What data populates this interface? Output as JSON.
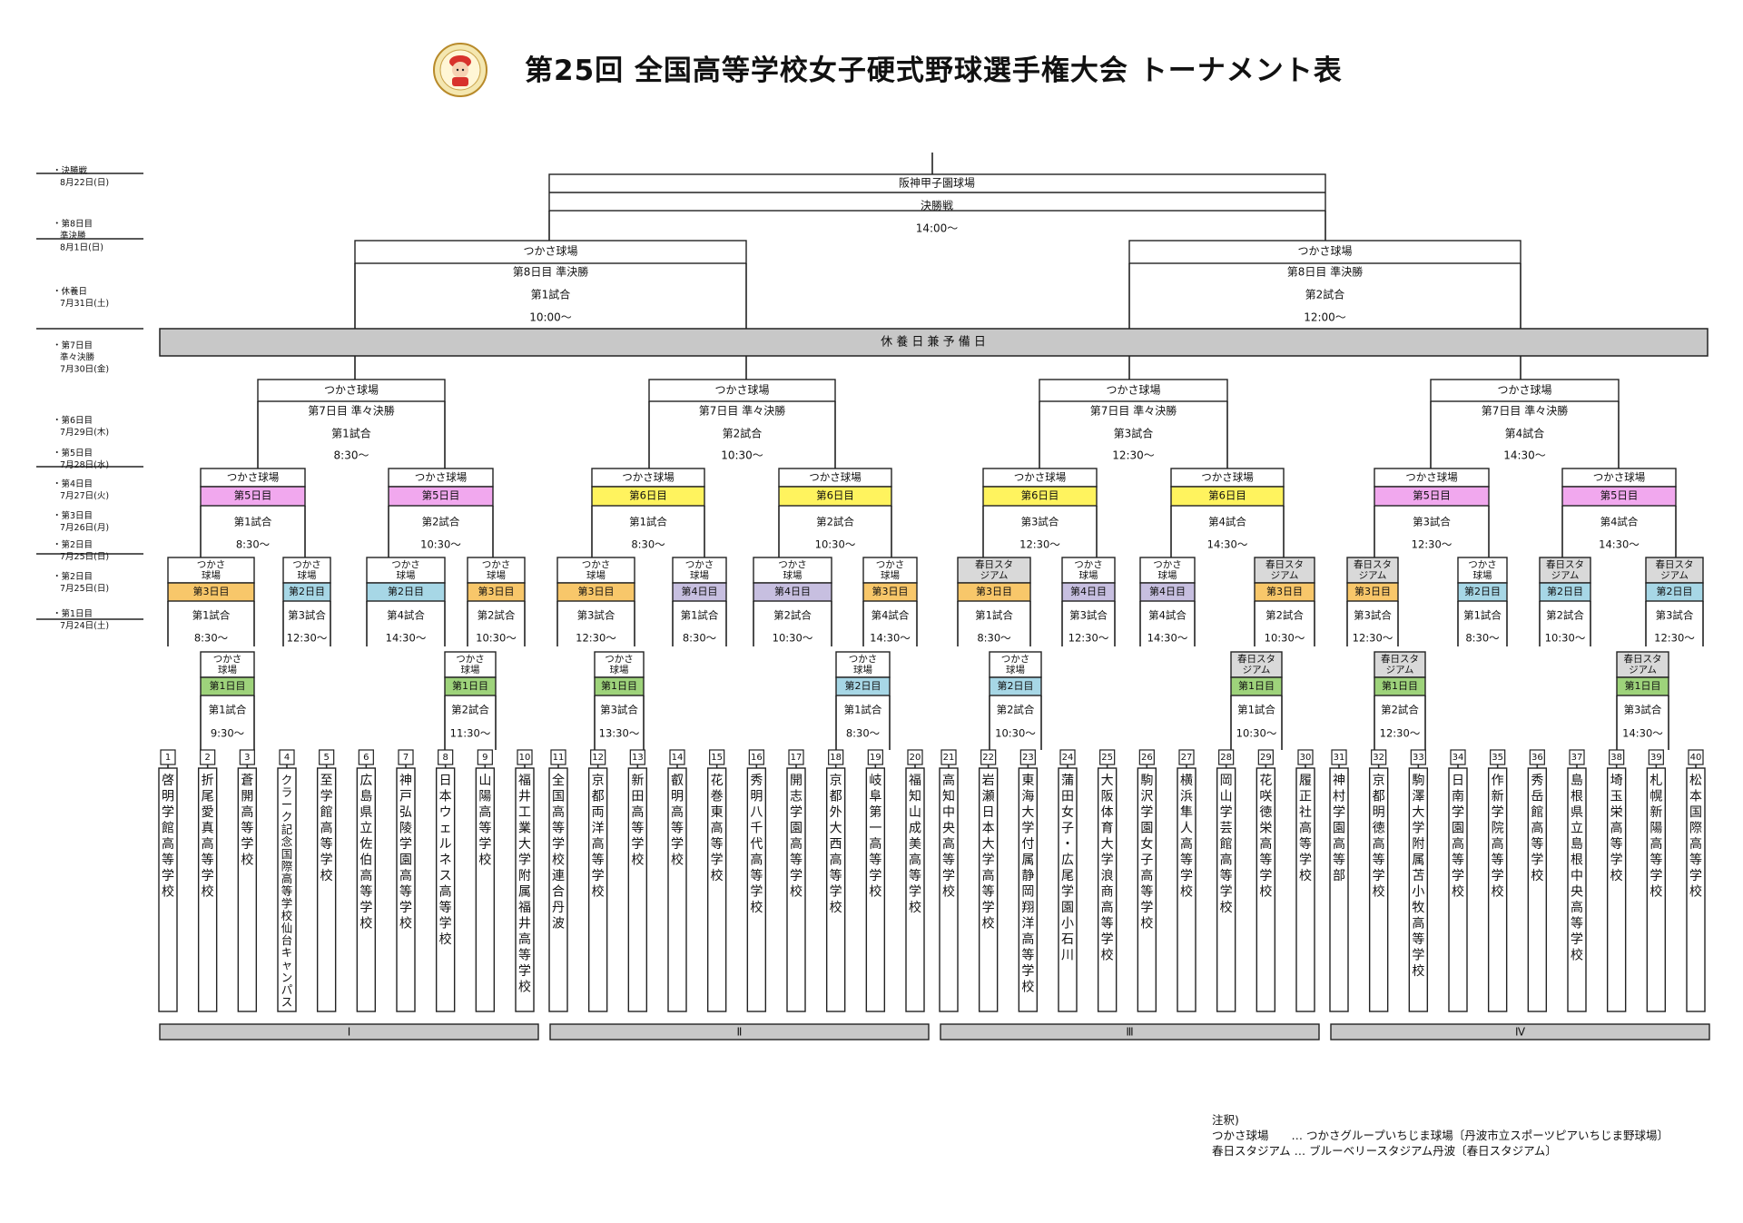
{
  "title": "第25回 全国高等学校女子硬式野球選手権大会 トーナメント表",
  "colors": {
    "day1": "#9ed37b",
    "day2": "#a7d7e6",
    "day3": "#f8c76a",
    "day4": "#c7bfe0",
    "day5": "#f1a8ee",
    "day6": "#fff35e",
    "venue_kasuga": "#d9d9d9",
    "rest": "#c8c8c8",
    "block": "#c8c8c8"
  },
  "rounds": [
    {
      "lines": [
        "・決勝戦",
        "8月22日(日)"
      ]
    },
    {
      "lines": [
        "・第8日目",
        "準決勝",
        "8月1日(日)"
      ]
    },
    {
      "lines": [
        "・休養日",
        "7月31日(土)"
      ]
    },
    {
      "lines": [
        "・第7日目",
        "準々決勝",
        "7月30日(金)"
      ]
    },
    {
      "lines": [
        "・第6日目",
        "7月29日(木)"
      ]
    },
    {
      "lines": [
        "・第5日目",
        "7月28日(水)"
      ]
    },
    {
      "lines": [
        "・第4日目",
        "7月27日(火)"
      ]
    },
    {
      "lines": [
        "・第3日目",
        "7月26日(月)"
      ]
    },
    {
      "lines": [
        "・第2日目",
        "7月25日(日)"
      ]
    },
    {
      "lines": [
        "・第2日目",
        "7月25日(日)"
      ]
    },
    {
      "lines": [
        "・第1日目",
        "7月24日(土)"
      ]
    }
  ],
  "final": {
    "venue": "阪神甲子園球場",
    "round": "決勝戦",
    "time": "14:00〜"
  },
  "semis": [
    {
      "venue": "つかさ球場",
      "round": "第8日目 準決勝",
      "game": "第1試合",
      "time": "10:00〜"
    },
    {
      "venue": "つかさ球場",
      "round": "第8日目 準決勝",
      "game": "第2試合",
      "time": "12:00〜"
    }
  ],
  "rest_day": "休 養 日 兼 予 備 日",
  "quarters": [
    {
      "venue": "つかさ球場",
      "round": "第7日目 準々決勝",
      "game": "第1試合",
      "time": "8:30〜"
    },
    {
      "venue": "つかさ球場",
      "round": "第7日目 準々決勝",
      "game": "第2試合",
      "time": "10:30〜"
    },
    {
      "venue": "つかさ球場",
      "round": "第7日目 準々決勝",
      "game": "第3試合",
      "time": "12:30〜"
    },
    {
      "venue": "つかさ球場",
      "round": "第7日目 準々決勝",
      "game": "第4試合",
      "time": "14:30〜"
    }
  ],
  "r16": [
    {
      "venue": "つかさ球場",
      "day": "第5日目",
      "game": "第1試合",
      "time": "8:30〜"
    },
    {
      "venue": "つかさ球場",
      "day": "第5日目",
      "game": "第2試合",
      "time": "10:30〜"
    },
    {
      "venue": "つかさ球場",
      "day": "第6日目",
      "game": "第1試合",
      "time": "8:30〜"
    },
    {
      "venue": "つかさ球場",
      "day": "第6日目",
      "game": "第2試合",
      "time": "10:30〜"
    },
    {
      "venue": "つかさ球場",
      "day": "第6日目",
      "game": "第3試合",
      "time": "12:30〜"
    },
    {
      "venue": "つかさ球場",
      "day": "第6日目",
      "game": "第4試合",
      "time": "14:30〜"
    },
    {
      "venue": "つかさ球場",
      "day": "第5日目",
      "game": "第3試合",
      "time": "12:30〜"
    },
    {
      "venue": "つかさ球場",
      "day": "第5日目",
      "game": "第4試合",
      "time": "14:30〜"
    }
  ],
  "r32": [
    {
      "venue": "つかさ\n球場",
      "day": "第3日目",
      "game": "第1試合",
      "time": "8:30〜"
    },
    {
      "venue": "つかさ\n球場",
      "day": "第2日目",
      "game": "第3試合",
      "time": "12:30〜"
    },
    {
      "venue": "つかさ\n球場",
      "day": "第2日目",
      "game": "第4試合",
      "time": "14:30〜"
    },
    {
      "venue": "つかさ\n球場",
      "day": "第3日目",
      "game": "第2試合",
      "time": "10:30〜"
    },
    {
      "venue": "つかさ\n球場",
      "day": "第3日目",
      "game": "第3試合",
      "time": "12:30〜"
    },
    {
      "venue": "つかさ\n球場",
      "day": "第4日目",
      "game": "第1試合",
      "time": "8:30〜"
    },
    {
      "venue": "つかさ\n球場",
      "day": "第4日目",
      "game": "第2試合",
      "time": "10:30〜"
    },
    {
      "venue": "つかさ\n球場",
      "day": "第3日目",
      "game": "第4試合",
      "time": "14:30〜"
    },
    {
      "venue": "春日スタ\nジアム",
      "day": "第3日目",
      "game": "第1試合",
      "time": "8:30〜"
    },
    {
      "venue": "つかさ\n球場",
      "day": "第4日目",
      "game": "第3試合",
      "time": "12:30〜"
    },
    {
      "venue": "つかさ\n球場",
      "day": "第4日目",
      "game": "第4試合",
      "time": "14:30〜"
    },
    {
      "venue": "春日スタ\nジアム",
      "day": "第3日目",
      "game": "第2試合",
      "time": "10:30〜"
    },
    {
      "venue": "春日スタ\nジアム",
      "day": "第3日目",
      "game": "第3試合",
      "time": "12:30〜"
    },
    {
      "venue": "つかさ\n球場",
      "day": "第2日目",
      "game": "第1試合",
      "time": "8:30〜"
    },
    {
      "venue": "春日スタ\nジアム",
      "day": "第2日目",
      "game": "第2試合",
      "time": "10:30〜"
    },
    {
      "venue": "春日スタ\nジアム",
      "day": "第2日目",
      "game": "第3試合",
      "time": "12:30〜"
    }
  ],
  "r40": [
    {
      "venue": "つかさ\n球場",
      "day": "第1日目",
      "game": "第1試合",
      "time": "9:30〜"
    },
    {
      "venue": "つかさ\n球場",
      "day": "第1日目",
      "game": "第2試合",
      "time": "11:30〜"
    },
    {
      "venue": "つかさ\n球場",
      "day": "第1日目",
      "game": "第3試合",
      "time": "13:30〜"
    },
    {
      "venue": "つかさ\n球場",
      "day": "第2日目",
      "game": "第1試合",
      "time": "8:30〜"
    },
    {
      "venue": "つかさ\n球場",
      "day": "第2日目",
      "game": "第2試合",
      "time": "10:30〜"
    },
    {
      "venue": "春日スタ\nジアム",
      "day": "第1日目",
      "game": "第1試合",
      "time": "10:30〜"
    },
    {
      "venue": "春日スタ\nジアム",
      "day": "第1日目",
      "game": "第2試合",
      "time": "12:30〜"
    },
    {
      "venue": "春日スタ\nジアム",
      "day": "第1日目",
      "game": "第3試合",
      "time": "14:30〜"
    }
  ],
  "teams": [
    {
      "no": "1",
      "name": "啓明学館高等学校"
    },
    {
      "no": "2",
      "name": "折尾愛真高等学校"
    },
    {
      "no": "3",
      "name": "蒼開高等学校"
    },
    {
      "no": "4",
      "name": "クラーク記念国際高等学校仙台キャンパス"
    },
    {
      "no": "5",
      "name": "至学館高等学校"
    },
    {
      "no": "6",
      "name": "広島県立佐伯高等学校"
    },
    {
      "no": "7",
      "name": "神戸弘陵学園高等学校"
    },
    {
      "no": "8",
      "name": "日本ウェルネス高等学校"
    },
    {
      "no": "9",
      "name": "山陽高等学校"
    },
    {
      "no": "10",
      "name": "福井工業大学附属福井高等学校"
    },
    {
      "no": "11",
      "name": "全国高等学校連合丹波"
    },
    {
      "no": "12",
      "name": "京都両洋高等学校"
    },
    {
      "no": "13",
      "name": "新田高等学校"
    },
    {
      "no": "14",
      "name": "叡明高等学校"
    },
    {
      "no": "15",
      "name": "花巻東高等学校"
    },
    {
      "no": "16",
      "name": "秀明八千代高等学校"
    },
    {
      "no": "17",
      "name": "開志学園高等学校"
    },
    {
      "no": "18",
      "name": "京都外大西高等学校"
    },
    {
      "no": "19",
      "name": "岐阜第一高等学校"
    },
    {
      "no": "20",
      "name": "福知山成美高等学校"
    },
    {
      "no": "21",
      "name": "高知中央高等学校"
    },
    {
      "no": "22",
      "name": "岩瀬日本大学高等学校"
    },
    {
      "no": "23",
      "name": "東海大学付属静岡翔洋高等学校"
    },
    {
      "no": "24",
      "name": "蒲田女子・広尾学園小石川"
    },
    {
      "no": "25",
      "name": "大阪体育大学浪商高等学校"
    },
    {
      "no": "26",
      "name": "駒沢学園女子高等学校"
    },
    {
      "no": "27",
      "name": "横浜隼人高等学校"
    },
    {
      "no": "28",
      "name": "岡山学芸館高等学校"
    },
    {
      "no": "29",
      "name": "花咲徳栄高等学校"
    },
    {
      "no": "30",
      "name": "履正社高等学校"
    },
    {
      "no": "31",
      "name": "神村学園高等部"
    },
    {
      "no": "32",
      "name": "京都明徳高等学校"
    },
    {
      "no": "33",
      "name": "駒澤大学附属苫小牧高等学校"
    },
    {
      "no": "34",
      "name": "日南学園高等学校"
    },
    {
      "no": "35",
      "name": "作新学院高等学校"
    },
    {
      "no": "36",
      "name": "秀岳館高等学校"
    },
    {
      "no": "37",
      "name": "島根県立島根中央高等学校"
    },
    {
      "no": "38",
      "name": "埼玉栄高等学校"
    },
    {
      "no": "39",
      "name": "札幌新陽高等学校"
    },
    {
      "no": "40",
      "name": "松本国際高等学校"
    }
  ],
  "blocks": [
    "Ⅰ",
    "Ⅱ",
    "Ⅲ",
    "Ⅳ"
  ],
  "notes": {
    "heading": "注釈)",
    "line1": "つかさ球場　　… つかさグループいちじま球場〔丹波市立スポーツピアいちじま野球場〕",
    "line2": "春日スタジアム … ブルーベリースタジアム丹波〔春日スタジアム〕"
  }
}
